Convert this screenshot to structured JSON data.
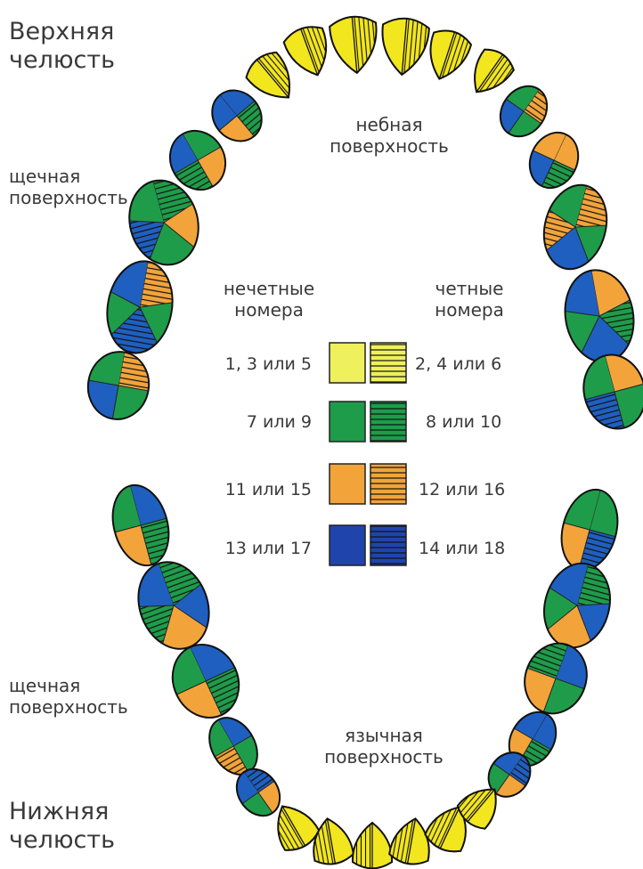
{
  "labels": {
    "upper_jaw": [
      "Верхняя",
      "челюсть"
    ],
    "lower_jaw": [
      "Нижняя",
      "челюсть"
    ],
    "buccal_upper": [
      "щечная",
      "поверхность"
    ],
    "buccal_lower": [
      "щечная",
      "поверхность"
    ],
    "palatal": [
      "небная",
      "поверхность"
    ],
    "lingual": [
      "язычная",
      "поверхность"
    ]
  },
  "legend": {
    "odd_header": [
      "нечетные",
      "номера"
    ],
    "even_header": [
      "четные",
      "номера"
    ],
    "rows": [
      {
        "odd": "1, 3 или 5",
        "even": "2, 4 или 6",
        "color": "#eef05c"
      },
      {
        "odd": "7 или 9",
        "even": "8 или 10",
        "color": "#1f9c4a"
      },
      {
        "odd": "11 или 15",
        "even": "12 или 16",
        "color": "#f2a43b"
      },
      {
        "odd": "13 или 17",
        "even": "14 или 18",
        "color": "#1f45ad"
      }
    ]
  },
  "colors": {
    "yellow": "#f2e61e",
    "green": "#1f9c4a",
    "orange": "#f2a43b",
    "blue": "#1f5fc0",
    "outline": "#111111"
  }
}
